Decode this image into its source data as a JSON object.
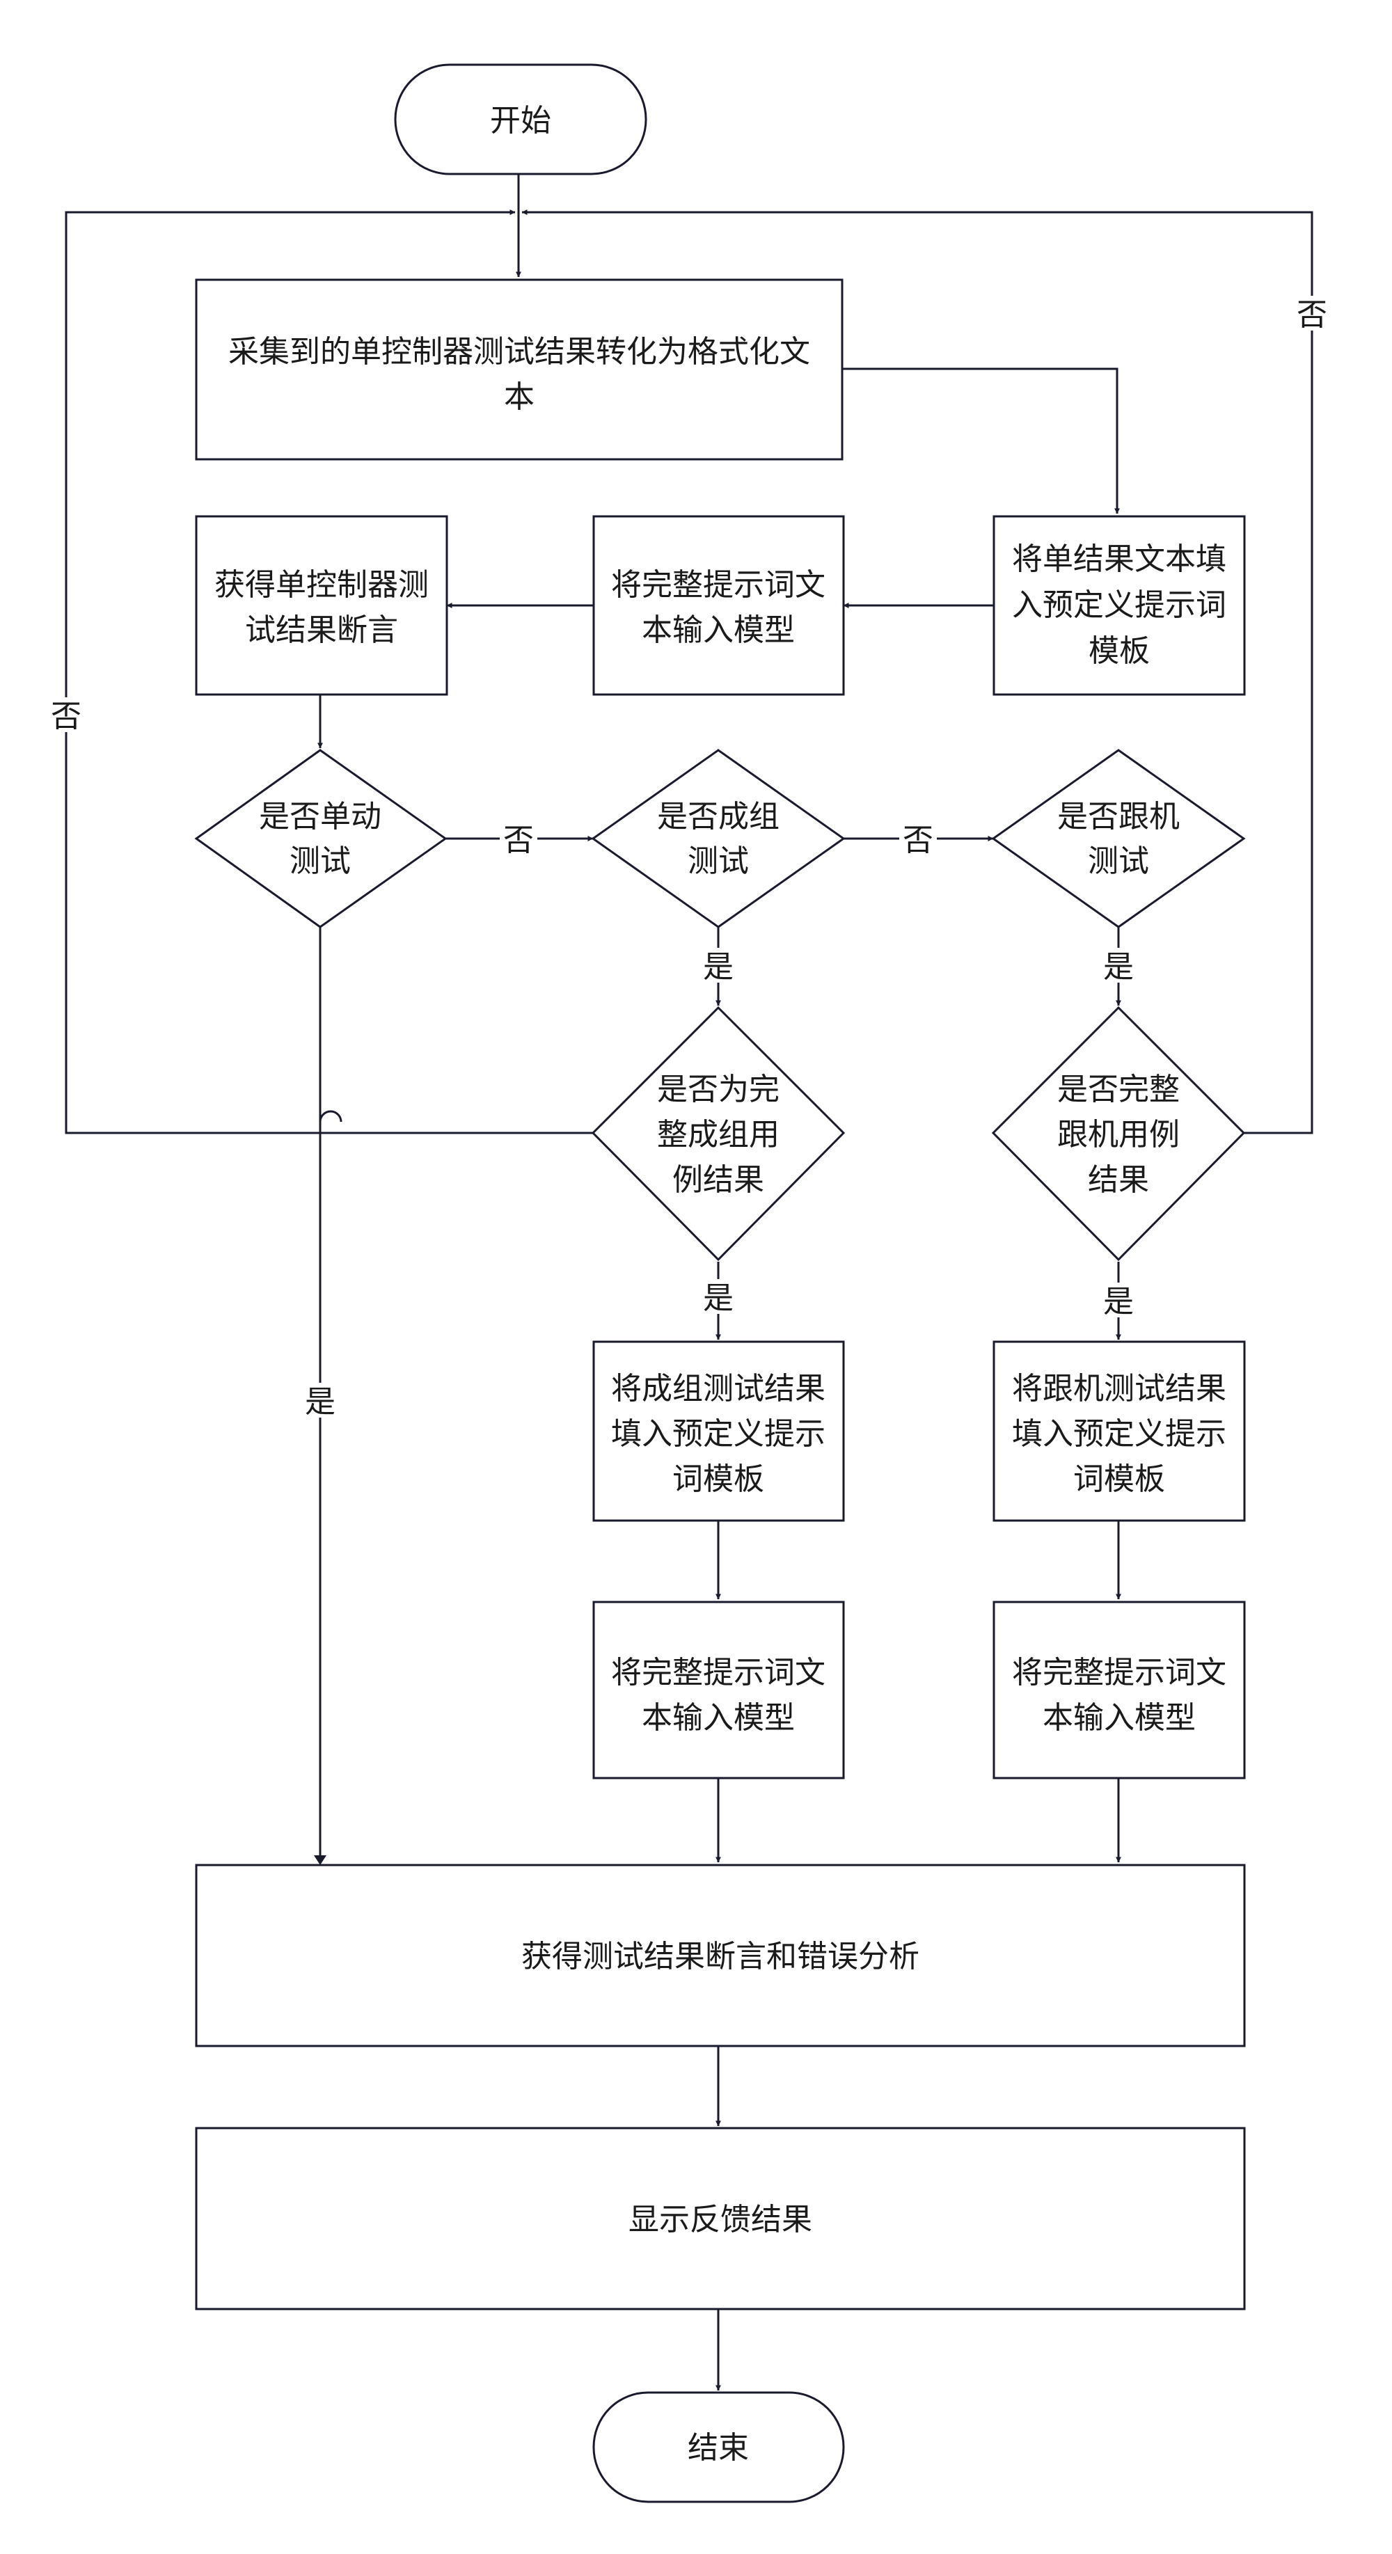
{
  "flowchart": {
    "start": "开始",
    "end": "结束",
    "collect": [
      "采集到的单控制器测试结果转化为格式化文",
      "本"
    ],
    "fill_single": [
      "将单结果文本填",
      "入预定义提示词",
      "模板"
    ],
    "input_model_1": [
      "将完整提示词文",
      "本输入模型"
    ],
    "get_assert": [
      "获得单控制器测",
      "试结果断言"
    ],
    "q_single": [
      "是否单动",
      "测试"
    ],
    "q_group": [
      "是否成组",
      "测试"
    ],
    "q_follow": [
      "是否跟机",
      "测试"
    ],
    "q_group_complete": [
      "是否为完",
      "整成组用",
      "例结果"
    ],
    "q_follow_complete": [
      "是否完整",
      "跟机用例",
      "结果"
    ],
    "fill_group": [
      "将成组测试结果",
      "填入预定义提示",
      "词模板"
    ],
    "fill_follow": [
      "将跟机测试结果",
      "填入预定义提示",
      "词模板"
    ],
    "input_model_2": [
      "将完整提示词文",
      "本输入模型"
    ],
    "input_model_3": [
      "将完整提示词文",
      "本输入模型"
    ],
    "analysis": "获得测试结果断言和错误分析",
    "feedback": "显示反馈结果",
    "labels": {
      "yes": "是",
      "no": "否"
    }
  }
}
